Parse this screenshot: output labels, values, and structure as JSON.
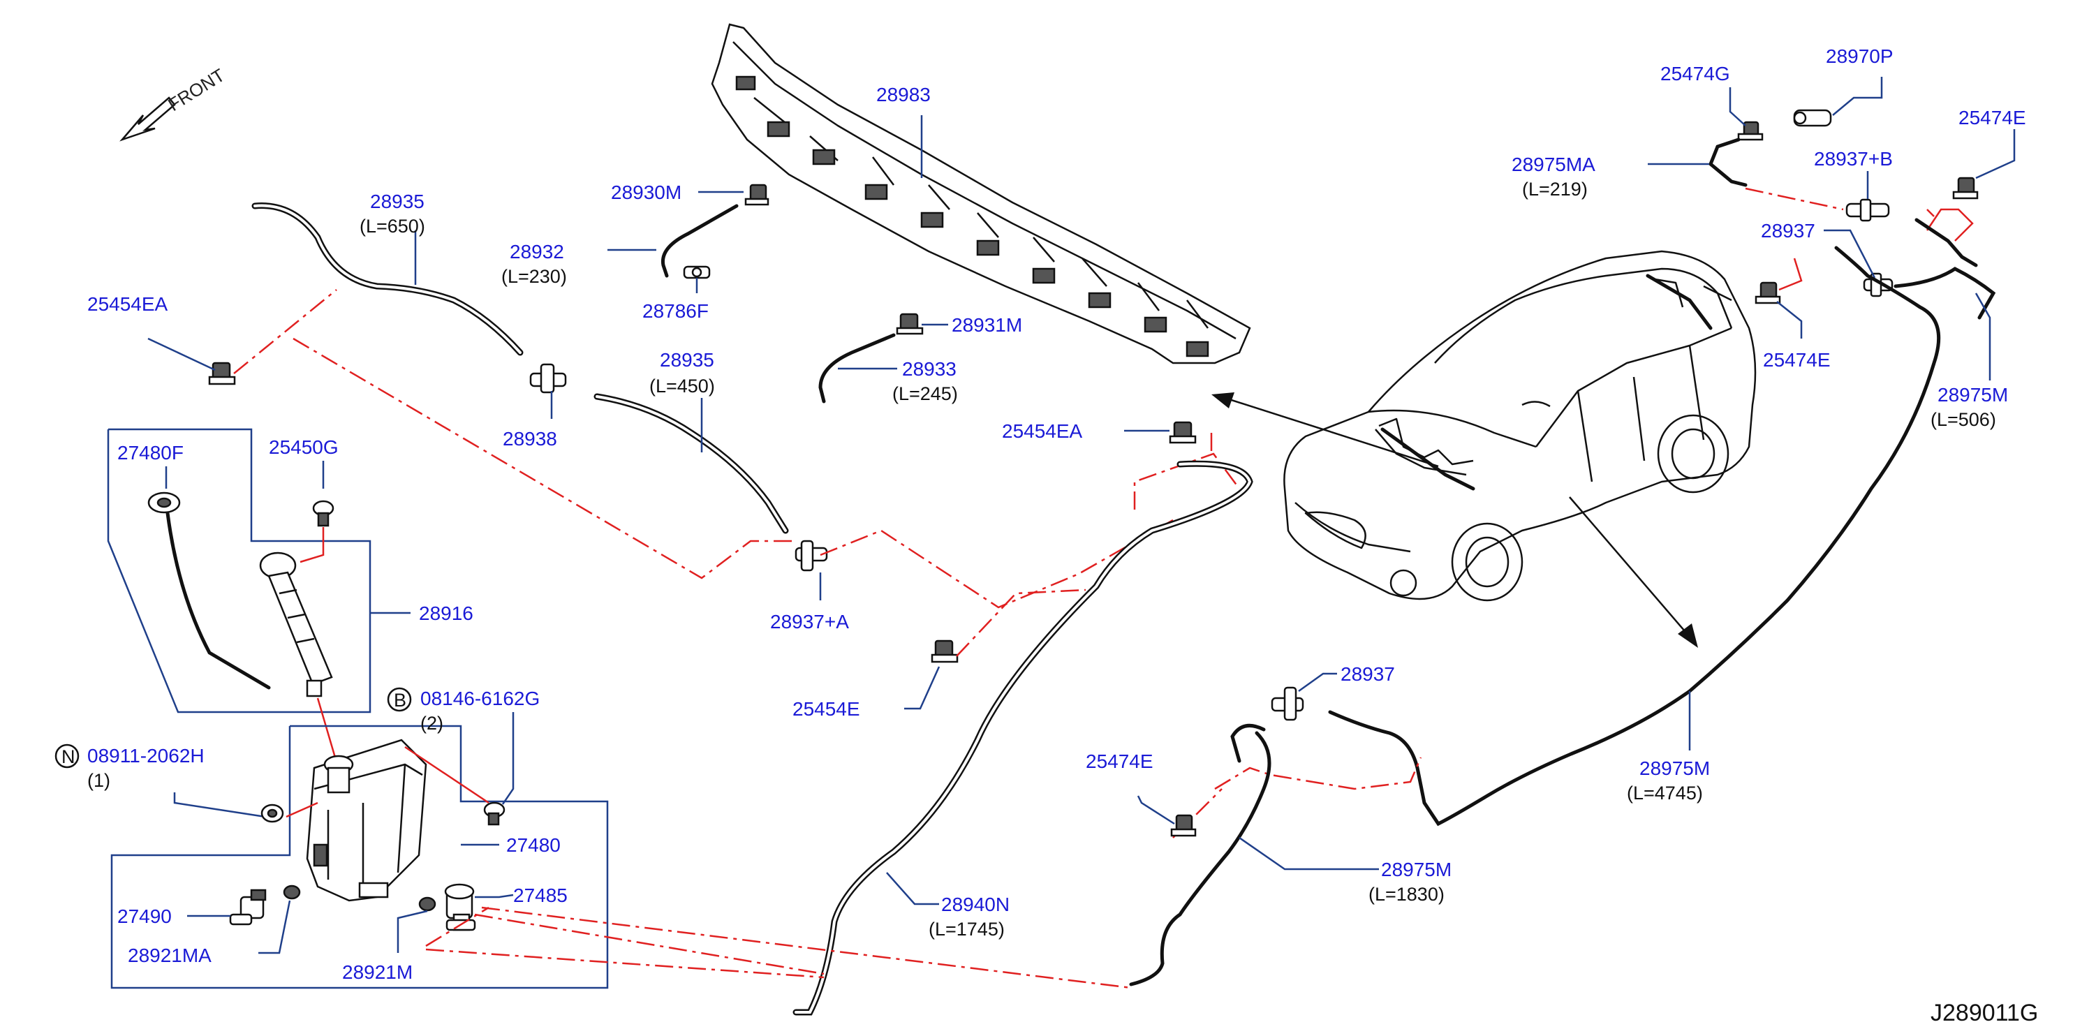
{
  "diagram": {
    "front_label": "FRONT",
    "code": "J289011G"
  },
  "labels": {
    "p28983": "28983",
    "p28930M": "28930M",
    "p28932": "28932",
    "p28932_len": "(L=230)",
    "p28786F": "28786F",
    "p28935a": "28935",
    "p28935a_len": "(L=650)",
    "p25454EA_left": "25454EA",
    "p28938": "28938",
    "p28935b": "28935",
    "p28935b_len": "(L=450)",
    "p28931M": "28931M",
    "p28933": "28933",
    "p28933_len": "(L=245)",
    "p25454EA_mid": "25454EA",
    "p28937A": "28937+A",
    "p25454E": "25454E",
    "p27480F": "27480F",
    "p25450G": "25450G",
    "p28916": "28916",
    "p08146": "08146-6162G",
    "p08146_qty": "(2)",
    "p08911": "08911-2062H",
    "p08911_qty": "(1)",
    "p27480": "27480",
    "p27485": "27485",
    "p27490": "27490",
    "p28921MA": "28921MA",
    "p28921M": "28921M",
    "p28940N": "28940N",
    "p28940N_len": "(L=1745)",
    "p25474G": "25474G",
    "p28970P": "28970P",
    "p25474E_tr": "25474E",
    "p28975MA": "28975MA",
    "p28975MA_len": "(L=219)",
    "p28937B": "28937+B",
    "p28937_top": "28937",
    "p25474E_r": "25474E",
    "p28975M_506": "28975M",
    "p28975M_506_len": "(L=506)",
    "p28937_mid": "28937",
    "p25474E_mid": "25474E",
    "p28975M_4745": "28975M",
    "p28975M_4745_len": "(L=4745)",
    "p28975M_1830": "28975M",
    "p28975M_1830_len": "(L=1830)",
    "circle_B": "B",
    "circle_N": "N"
  }
}
